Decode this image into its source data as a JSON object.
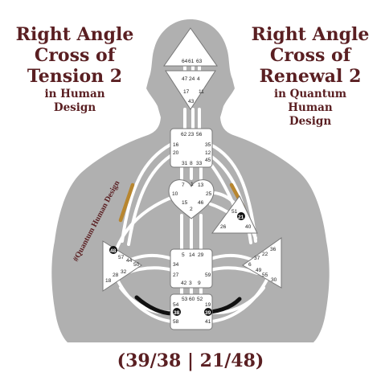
{
  "left_title": {
    "line1": "Right Angle",
    "line2": "Cross of",
    "line3": "Tension 2",
    "line4": "in Human",
    "line5": "Design"
  },
  "right_title": {
    "line1": "Right Angle",
    "line2": "Cross of",
    "line3": "Renewal 2",
    "line4": "in Quantum",
    "line5": "Human",
    "line6": "Design"
  },
  "watermark": "#Quantum Human Design",
  "lines_label": "(39/38 | 21/48)",
  "colors": {
    "title": "#5a1f22",
    "silhouette": "#b0b0b0",
    "channel_white": "#ffffff",
    "activation_gold": "#b8862f",
    "activation_black": "#111111",
    "center_fill": "#ffffff"
  },
  "centers": {
    "head": [
      "64",
      "61",
      "63"
    ],
    "ajna": [
      "47",
      "24",
      "4",
      "17",
      "11",
      "43"
    ],
    "throat": [
      "62",
      "23",
      "56",
      "16",
      "35",
      "20",
      "12",
      "45",
      "31",
      "8",
      "33"
    ],
    "g": [
      "7",
      "1",
      "13",
      "10",
      "25",
      "15",
      "46",
      "2"
    ],
    "ego": [
      "51",
      "21",
      "26",
      "40"
    ],
    "spleen": [
      "48",
      "57",
      "44",
      "50",
      "32",
      "28",
      "18"
    ],
    "sacral": [
      "5",
      "14",
      "29",
      "34",
      "27",
      "59",
      "42",
      "3",
      "9"
    ],
    "solar_plexus": [
      "36",
      "22",
      "37",
      "6",
      "49",
      "55",
      "30"
    ],
    "root": [
      "53",
      "60",
      "52",
      "54",
      "19",
      "38",
      "39",
      "58",
      "41"
    ]
  },
  "highlighted_gates": [
    "21",
    "48",
    "38",
    "39"
  ]
}
